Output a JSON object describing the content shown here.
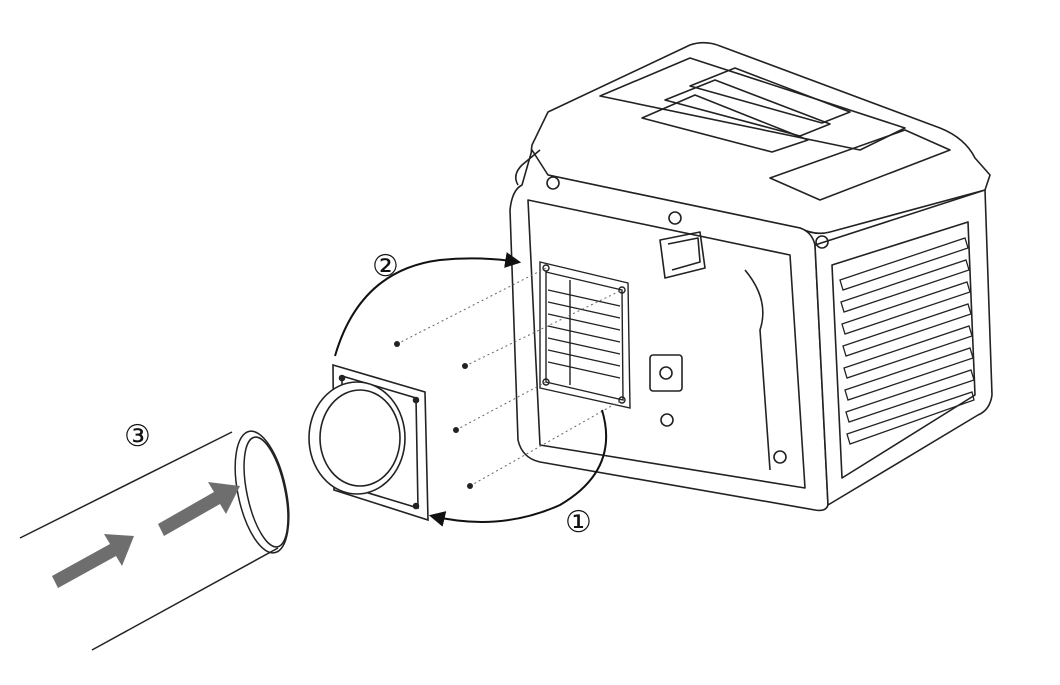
{
  "steps": [
    {
      "label": "①"
    },
    {
      "label": "②"
    },
    {
      "label": "③"
    }
  ],
  "colors": {
    "line": "#222222",
    "arrow_fill": "#6e6e6e",
    "background": "#ffffff"
  }
}
